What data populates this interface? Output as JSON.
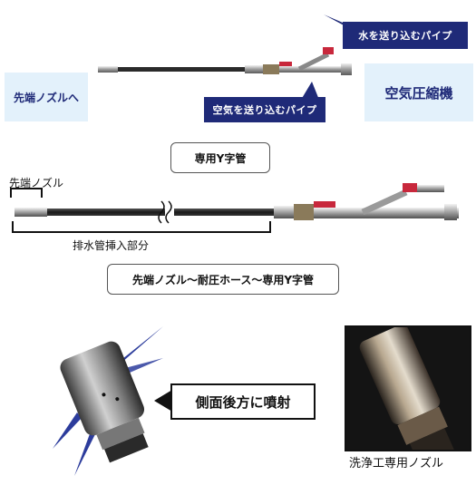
{
  "labels": {
    "water_pipe": "水を送り込むパイプ",
    "air_pipe": "空気を送り込むパイプ",
    "to_nozzle": "先端ノズルへ",
    "compressor": "空気圧縮機",
    "y_pipe": "専用Y字管",
    "tip_nozzle": "先端ノズル",
    "insert_part": "排水管挿入部分",
    "assembly": "先端ノズル〜耐圧ホース〜専用Y字管",
    "side_jet": "側面後方に噴射",
    "cleaning_nozzle": "洗浄工専用ノズル"
  },
  "colors": {
    "navy": "#1f2a78",
    "light_blue": "#e3f1fb",
    "valve_red": "#c8283c",
    "jet_blue": "#2c3c9c"
  }
}
